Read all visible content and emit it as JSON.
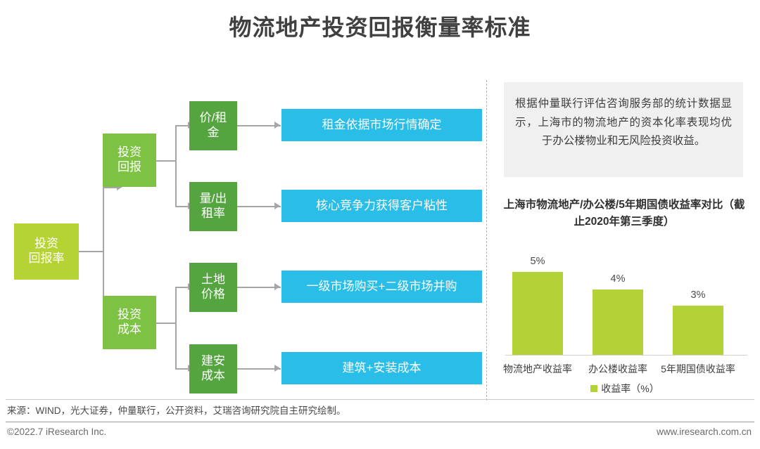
{
  "page": {
    "title": "物流地产投资回报衡量率标准"
  },
  "flow": {
    "root": {
      "label": "投资\n回报率"
    },
    "level2": [
      {
        "label": "投资\n回报"
      },
      {
        "label": "投资\n成本"
      }
    ],
    "level3": [
      {
        "label": "价/租\n金"
      },
      {
        "label": "量/出\n租率"
      },
      {
        "label": "土地\n价格"
      },
      {
        "label": "建安\n成本"
      }
    ],
    "outcomes": [
      {
        "label": "租金依据市场行情确定"
      },
      {
        "label": "核心竞争力获得客户粘性"
      },
      {
        "label": "一级市场购买+二级市场并购"
      },
      {
        "label": "建筑+安装成本"
      }
    ]
  },
  "right_panel": {
    "note": "根据仲量联行评估咨询服务部的统计数据显示，上海市的物流地产的资本化率表现均优于办公楼物业和无风险投资收益。",
    "chart_title": "上海市物流地产/办公楼/5年期国债收益率对比（截止2020年第三季度）"
  },
  "chart_data": {
    "type": "bar",
    "title": "上海市物流地产/办公楼/5年期国债收益率对比（截止2020年第三季度）",
    "categories": [
      "物流地产收益率",
      "办公楼收益率",
      "5年期国债收益率"
    ],
    "values": [
      5,
      4,
      3
    ],
    "value_labels": [
      "5%",
      "4%",
      "3%"
    ],
    "series": [
      {
        "name": "收益率（%）",
        "values": [
          5,
          4,
          3
        ]
      }
    ],
    "legend": [
      "收益率（%）"
    ],
    "legend_position": "bottom",
    "xlabel": "",
    "ylabel": "",
    "ylim": [
      0,
      6
    ],
    "grid": false,
    "bar_color": "#b2d235"
  },
  "footer": {
    "source": "来源：WIND，光大证券，仲量联行，公开资料，艾瑞咨询研究院自主研究绘制。",
    "copyright": "©2022.7 iResearch Inc.",
    "website": "www.iresearch.com.cn"
  },
  "colors": {
    "root_green": "#b5d334",
    "level2_green": "#7dc242",
    "level3_green": "#54a53f",
    "outcome_blue": "#29bde8",
    "note_bg": "#f0f0f0",
    "connector": "#a6a6a6"
  }
}
